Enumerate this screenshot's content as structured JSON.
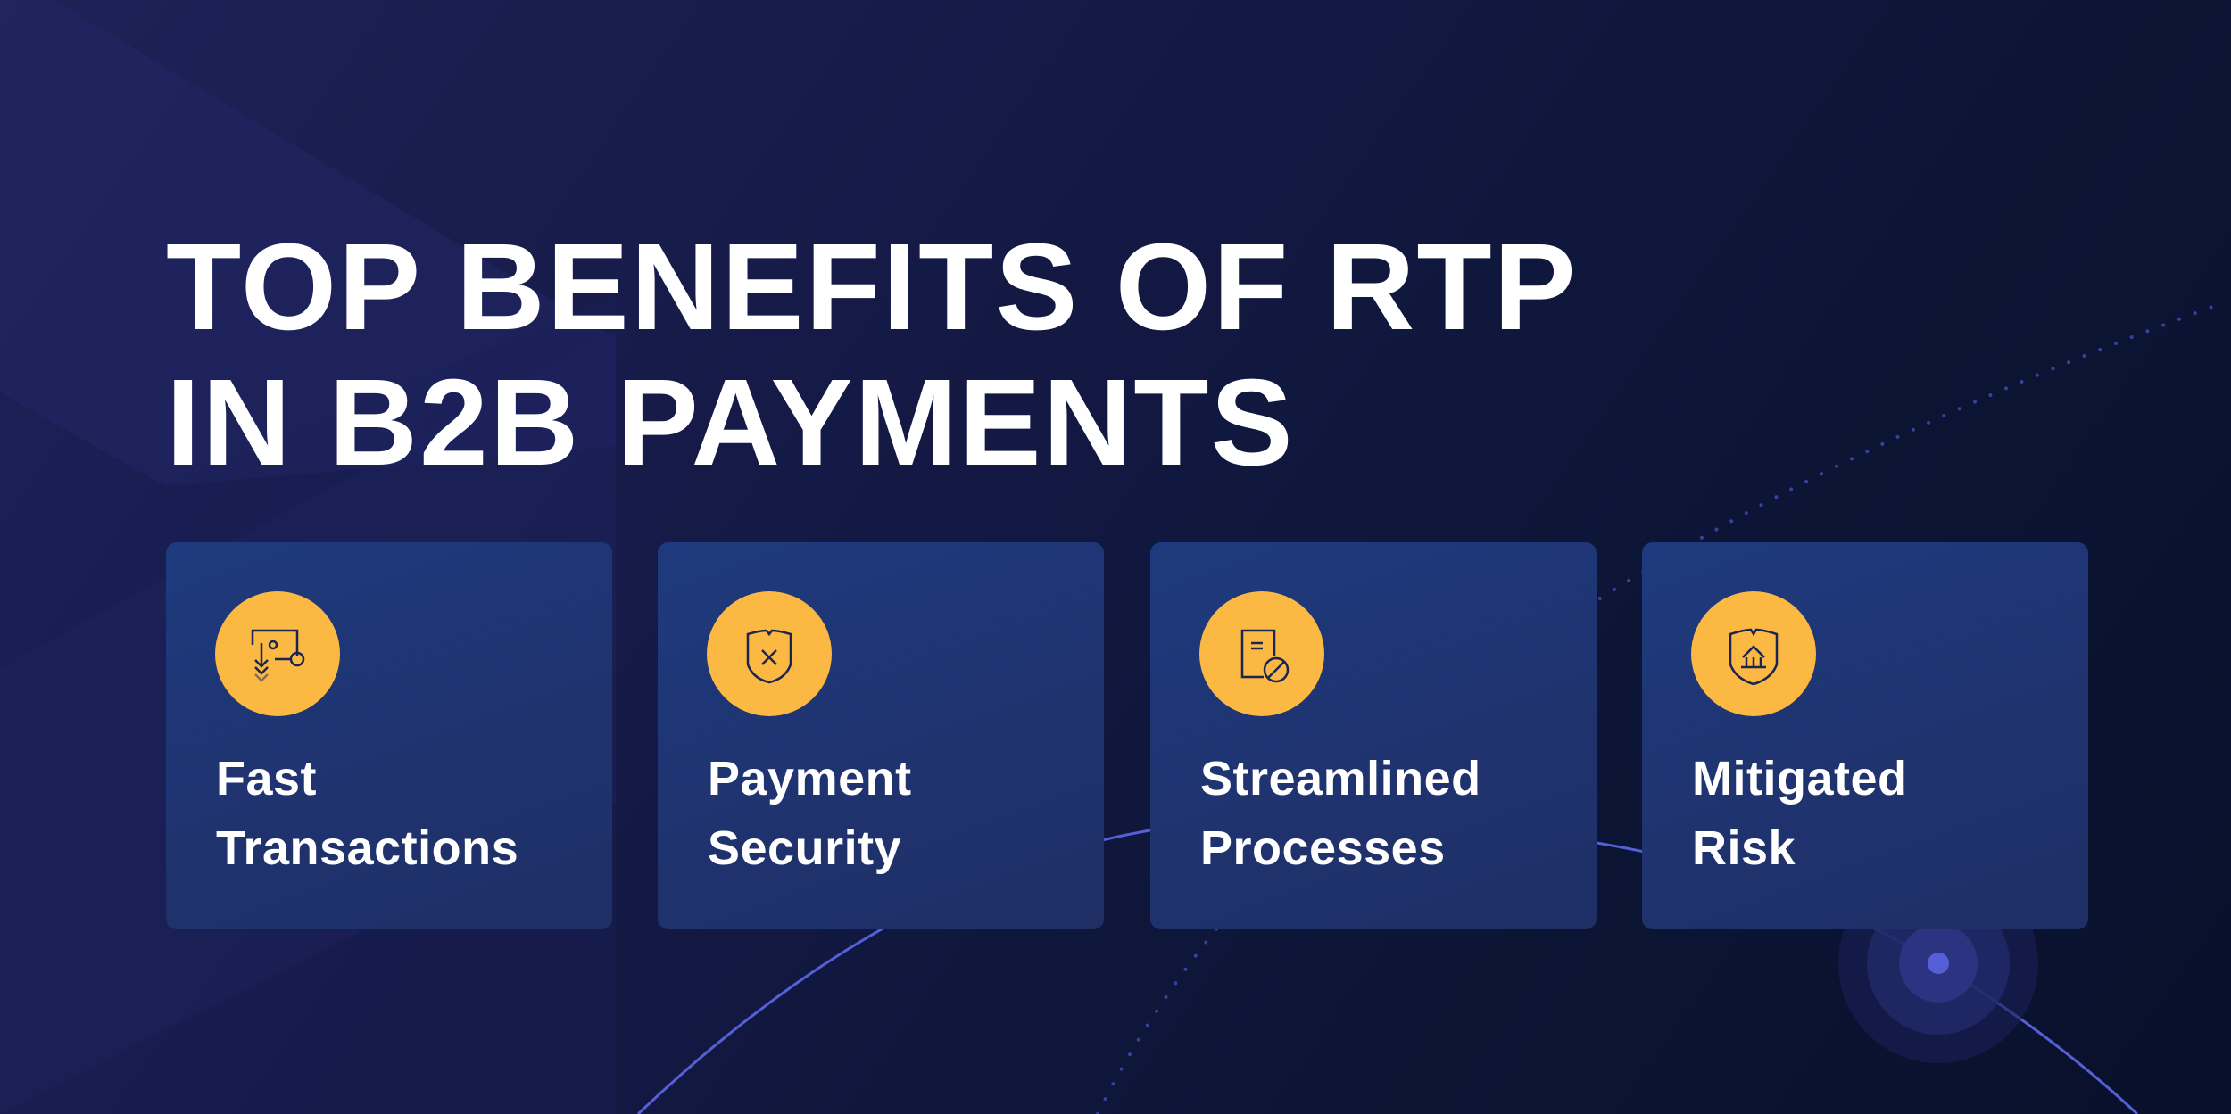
{
  "header": {
    "title_line1": "TOP BENEFITS OF RTP",
    "title_line2": "IN B2B PAYMENTS"
  },
  "cards": [
    {
      "icon": "fast-transaction-icon",
      "line1": "Fast",
      "line2": "Transactions"
    },
    {
      "icon": "shield-x-icon",
      "line1": "Payment",
      "line2": "Security"
    },
    {
      "icon": "document-blocked-icon",
      "line1": "Streamlined",
      "line2": "Processes"
    },
    {
      "icon": "shield-bank-icon",
      "line1": "Mitigated",
      "line2": "Risk"
    }
  ],
  "colors": {
    "background_dark": "#08102b",
    "background_light": "#1e2257",
    "card": "#1e3a7e",
    "icon_circle": "#fbb843",
    "icon_stroke": "#1b2552",
    "accent_line": "#5560d8",
    "text": "#ffffff"
  }
}
